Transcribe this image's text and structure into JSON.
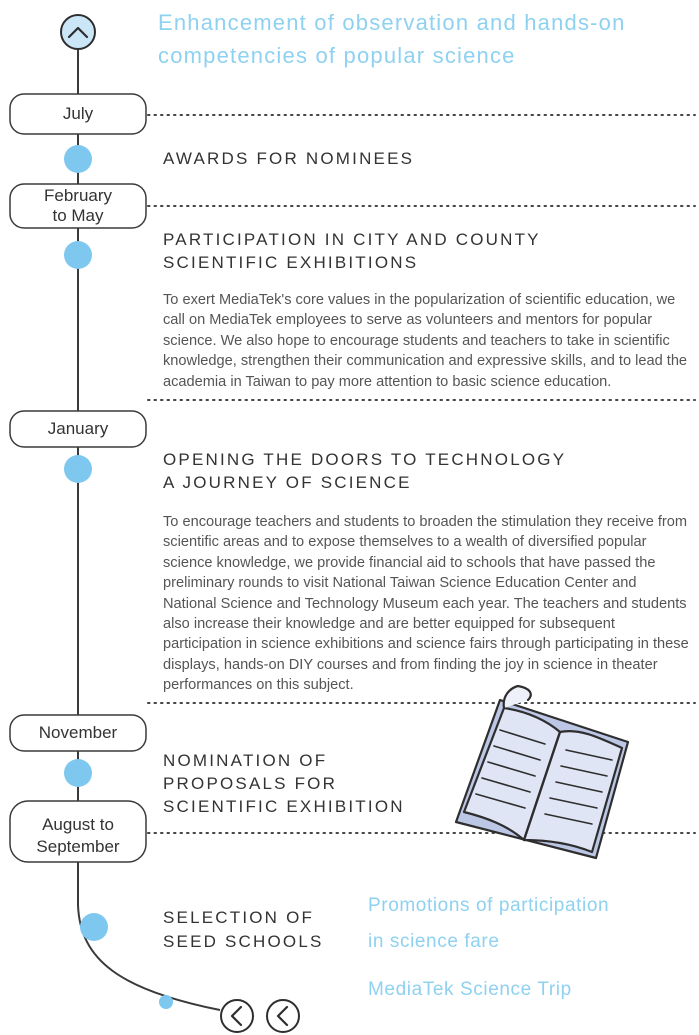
{
  "header": {
    "heading_line1": "Enhancement of observation and hands-on",
    "heading_line2": "competencies of popular science"
  },
  "timeline": {
    "dates": {
      "july": "July",
      "feb_may_line1": "February",
      "feb_may_line2": "to May",
      "january": "January",
      "november": "November",
      "aug_sep_line1": "August to",
      "aug_sep_line2": "September"
    },
    "sections": {
      "awards_title": "AWARDS FOR NOMINEES",
      "participation_title_line1": "PARTICIPATION IN CITY AND COUNTY",
      "participation_title_line2": "SCIENTIFIC EXHIBITIONS",
      "participation_body": "To exert MediaTek's core values in the popularization of scientific education, we call on MediaTek employees to serve as volunteers and mentors for popular science. We also hope to encourage students and teachers to take in scientific knowledge, strengthen their communication and expressive skills, and to lead the academia in Taiwan to pay more attention to basic science education.",
      "opening_title_line1": "OPENING THE DOORS TO TECHNOLOGY",
      "opening_title_line2": "A JOURNEY OF SCIENCE",
      "opening_body": "To encourage teachers and students to broaden the stimulation they receive from scientific areas and to expose themselves to a wealth of diversified popular science knowledge, we provide financial aid to schools that have passed the preliminary rounds to visit National Taiwan Science Education Center and National Science and Technology Museum each year. The teachers and students also increase their knowledge and are better equipped for subsequent participation in science exhibitions and science fairs through participating in these displays, hands-on DIY courses and from finding the joy in science in theater performances on this subject.",
      "nomination_title_line1": "NOMINATION OF",
      "nomination_title_line2": "PROPOSALS FOR",
      "nomination_title_line3": "SCIENTIFIC EXHIBITION",
      "selection_title_line1": "SELECTION OF",
      "selection_title_line2": "SEED SCHOOLS"
    }
  },
  "links": {
    "promotions_line1": "Promotions of participation",
    "promotions_line2": "in science fare",
    "science_trip": "MediaTek Science Trip"
  },
  "icons": {
    "up": "chevron-up-icon",
    "prev": "chevron-left-icon",
    "book": "open-book-icon"
  },
  "colors": {
    "accent": "#8ed1f0",
    "dot": "#7ec8f0",
    "line": "#3a3a3a",
    "book_fill": "#cdd6ee"
  }
}
